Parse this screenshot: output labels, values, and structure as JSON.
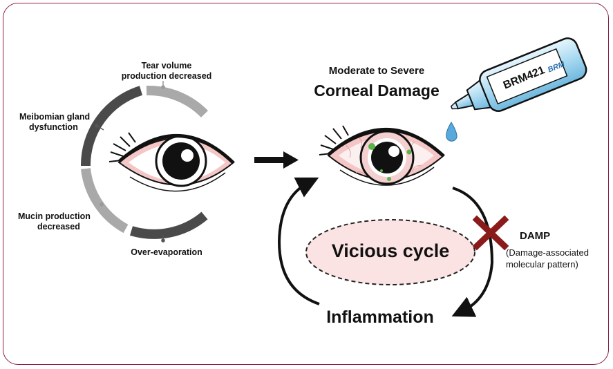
{
  "factors": {
    "tear_volume_line1": "Tear volume",
    "tear_volume_line2": "production decreased",
    "meibomian_line1": "Meibomian gland",
    "meibomian_line2": "dysfunction",
    "mucin_line1": "Mucin production",
    "mucin_line2": "decreased",
    "over_evaporation": "Over-evaporation"
  },
  "damage": {
    "subtitle": "Moderate to Severe",
    "title": "Corneal Damage"
  },
  "bottle": {
    "label": "BRM421",
    "logo": "BRM"
  },
  "cycle": {
    "center": "Vicious cycle",
    "bottom": "Inflammation"
  },
  "damp": {
    "title": "DAMP",
    "desc_line1": "(Damage-associated",
    "desc_line2": "molecular pattern)"
  },
  "colors": {
    "frame": "#8a1f4a",
    "ring_dark": "#4a4a4a",
    "ring_light": "#a9a9a9",
    "cycle_fill": "#fbe3e3",
    "cross": "#8b1a1a",
    "bottle": "#bfe3f5",
    "drop": "#5aa9dc"
  }
}
